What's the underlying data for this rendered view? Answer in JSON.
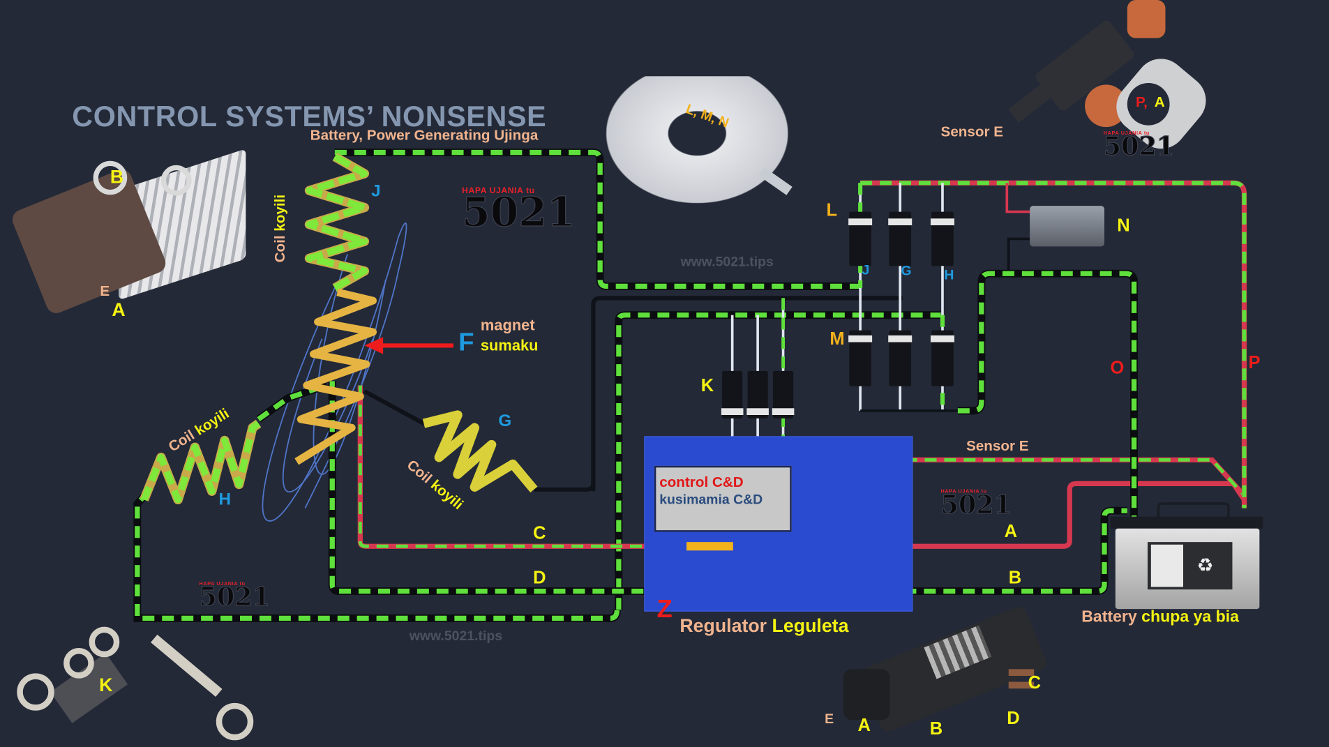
{
  "title": "CONTROL SYSTEMS’ NONSENSE",
  "subtitle": "Battery, Power Generating Ujinga",
  "watermark": {
    "tagline": "HAPA UJANIA tu",
    "logo": "5021",
    "url": "www.5021.tips"
  },
  "colors": {
    "background": "#232937",
    "wire_green": "#5fe03c",
    "wire_red": "#d6384f",
    "regulator_blue": "#2a4bd0",
    "label_yellow": "#f5f312",
    "label_peach": "#f1b48e",
    "label_blue": "#1e9be0",
    "label_red": "#ee1c1c"
  },
  "components": {
    "regulator_photo_left": {
      "labels": [
        "B",
        "E",
        "A"
      ]
    },
    "rectifier_photo": {
      "label": "L, M, N"
    },
    "sensor_photo": {
      "caption": "Sensor E",
      "label_p": "P,",
      "label_a": "A"
    },
    "brush_holder_photo": {
      "label": "K"
    },
    "regulator_photo_bottom": {
      "labels": [
        "E",
        "A",
        "B",
        "C",
        "D"
      ]
    }
  },
  "coils": {
    "top": {
      "caption_a": "Coil",
      "caption_b": "koyili",
      "label": "J"
    },
    "left": {
      "caption_a": "Coil",
      "caption_b": "koyili",
      "label": "H"
    },
    "right": {
      "caption_a": "Coil",
      "caption_b": "koyili",
      "label": "G"
    },
    "magnet": {
      "letter": "F",
      "line1": "magnet",
      "line2": "sumaku"
    }
  },
  "diodes": {
    "upper_row_label": "L",
    "upper_row_terminals": [
      "J",
      "G",
      "H"
    ],
    "lower_row_label": "M",
    "field_diodes_label": "K"
  },
  "capacitor": {
    "label": "N"
  },
  "wires": {
    "O": "O",
    "P": "P",
    "C": "C",
    "D": "D",
    "A": "A",
    "B": "B",
    "sensor": "Sensor E"
  },
  "regulator": {
    "panel_line1": "control C&D",
    "panel_line2": "kusimamia C&D",
    "letter": "Z",
    "caption_a": "Regulator",
    "caption_b": "Leguleta"
  },
  "battery": {
    "caption_a": "Battery",
    "caption_b": "chupa ya bia"
  }
}
